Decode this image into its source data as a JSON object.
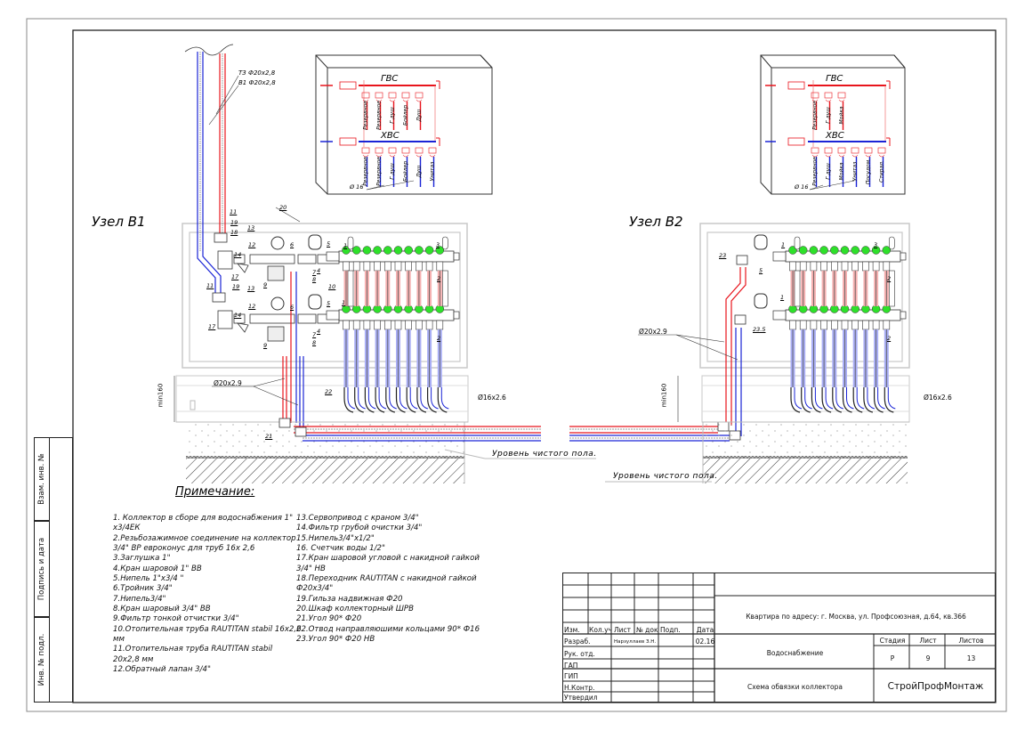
{
  "sheet": {
    "node_b1_label": "Узел В1",
    "node_b2_label": "Узел В2",
    "riser_labels": [
      "Т3 Ф20х2,8",
      "В1 Ф20х2,8"
    ],
    "pipe_label_20": "Ø20х2.9",
    "pipe_label_20_b2": "Ø20х2.9",
    "pipe_label_16": "Ø16х2.6",
    "pipe_label_16_b2": "Ø16х2.6",
    "min_label": "min160",
    "min_label_b2": "min160",
    "floor_level_label": "Уровень чистого пола.",
    "floor_level_label_b2": "Уровень чистого пола.",
    "callouts_b1": [
      "20",
      "11",
      "19",
      "18",
      "13",
      "12",
      "14",
      "17",
      "11",
      "19",
      "13",
      "12",
      "14",
      "17",
      "9",
      "9",
      "6",
      "7",
      "8",
      "6",
      "7",
      "8",
      "5",
      "1",
      "4",
      "5",
      "1",
      "4",
      "10",
      "3",
      "2",
      "2",
      "22",
      "21"
    ],
    "callouts_b2": [
      "23",
      "5",
      "1",
      "1",
      "23.5",
      "3",
      "2",
      "2"
    ]
  },
  "schema_b1": {
    "hot_label": "ГВС",
    "cold_label": "ХВС",
    "hot_outlets": [
      "Резервное",
      "Резервное",
      "Г.душ",
      "Бойлер",
      "Душ"
    ],
    "cold_outlets": [
      "Резервное",
      "Резервное",
      "Г.душ",
      "Бойлер",
      "Душ",
      "Унитаз"
    ],
    "diameter": "Ø 16"
  },
  "schema_b2": {
    "hot_label": "ГВС",
    "cold_label": "ХВС",
    "hot_outlets": [
      "Резервное",
      "Г.душ",
      "Мойка"
    ],
    "cold_outlets": [
      "Резервное",
      "Г.душ",
      "Мойка",
      "Унитаз",
      "Посудом.",
      "Стирал."
    ],
    "diameter": "Ø 16"
  },
  "notes": {
    "title": "Примечание:",
    "col1": [
      "1. Коллектор в сборе для водоснабжения  1\"",
      "х3/4ЕК",
      "2.Резьбозажимное соединение на коллектор",
      "3/4\" ВР евроконус для труб 16х 2,6",
      "3.Заглушка 1\"",
      "4.Кран шаровой 1\" ВВ",
      "5.Нипель 1\"х3/4 \"",
      "6.Тройник 3/4\"",
      "7.Нипель3/4\"",
      "8.Кран шаровый 3/4\" ВВ",
      "9.Фильтр тонкой отчистки 3/4\"",
      "10.Отопительная труба RAUTITAN stabil 16х2,6",
      "мм",
      "11.Отопительная труба RAUTITAN stabil",
      "20х2,8 мм",
      "12.Обратный лапан 3/4\""
    ],
    "col2": [
      "13.Сервопривод с краном 3/4\"",
      "14.Фильтр грубой очистки 3/4\"",
      "15.Нипель3/4\"х1/2\"",
      "16. Счетчик воды 1/2\"",
      "17.Кран шаровой угловой с накидной гайкой",
      "3/4\" НВ",
      "18.Переходник RAUTITAN с накидной гайкой",
      "Ф20х3/4\"",
      "19.Гильза надвижная Ф20",
      "20.Шкаф коллекторный ШРВ",
      "21.Угол 90* Ф20",
      "22.Отвод  направляюшими кольцами 90* Ф16",
      "23.Угол 90* Ф20 НВ"
    ]
  },
  "side_stamp": [
    "Взам. инв. №",
    "Подпись и дата",
    "Инв. № подл."
  ],
  "title_block": {
    "headers": [
      "Изм.",
      "Кол.уч",
      "Лист",
      "№ док",
      "Подп.",
      "Дата"
    ],
    "roles": [
      "Разраб.",
      "Рук. отд.",
      "ГАП",
      "ГИП",
      "Н.Контр.",
      "Утвердил"
    ],
    "developer_name": "Нарзуллаев З.Н.",
    "developer_date": "02.16",
    "address": "Квартира по адресу: г. Москва, ул. Профсоюзная, д.64, кв.366",
    "section": "Водоснабжение",
    "stage_label": "Стадия",
    "sheet_label": "Лист",
    "sheets_label": "Листов",
    "stage": "Р",
    "sheet": "9",
    "sheets": "13",
    "drawing_title": "Схема обвязки коллектора",
    "company": "СтройПрофМонтаж"
  },
  "colors": {
    "hot": "#e8141c",
    "cold": "#1a24d6",
    "valve_green": "#2ee02a",
    "frame": "#222222",
    "cabinet": "#cfcfcf"
  }
}
